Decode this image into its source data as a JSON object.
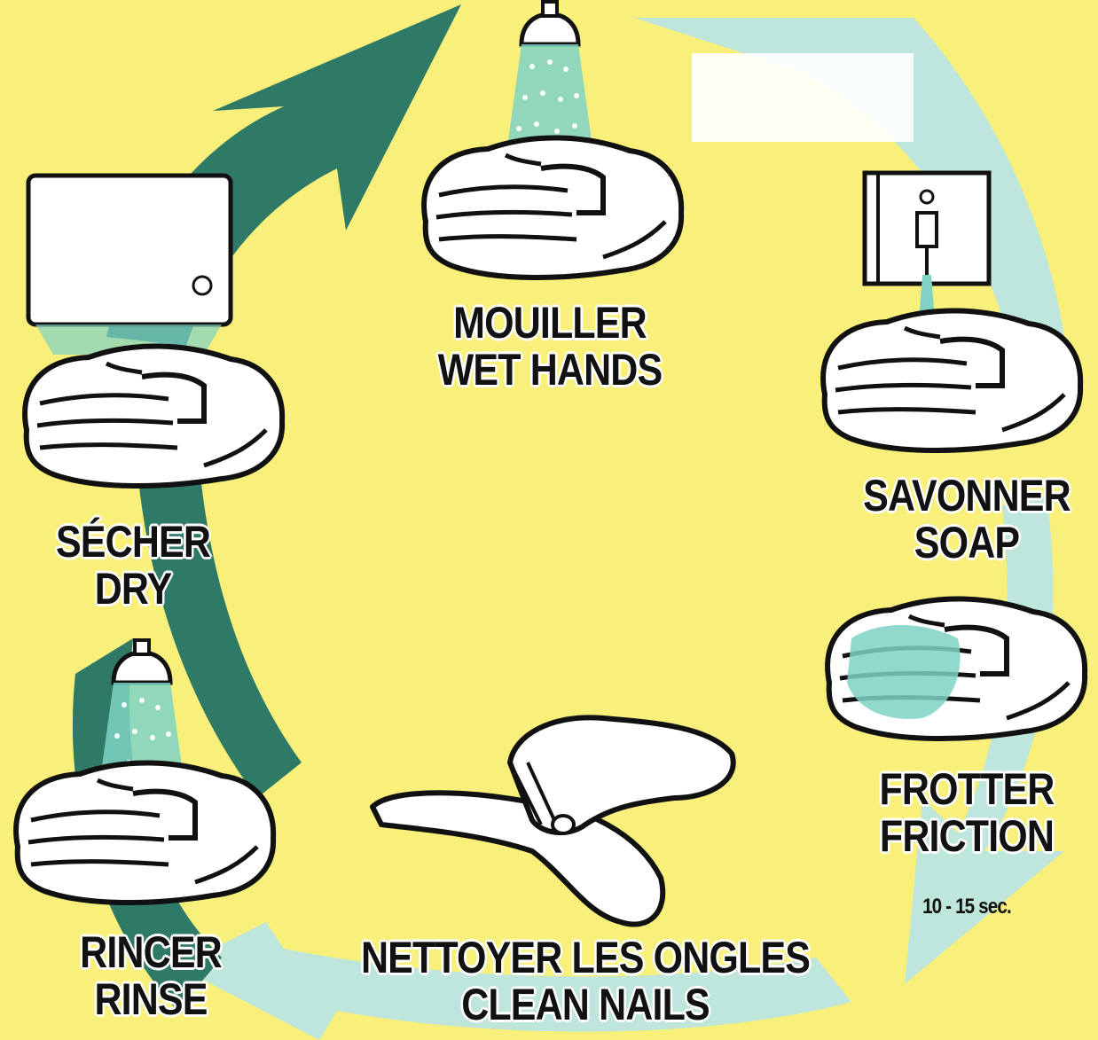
{
  "colors": {
    "background": "#f8f07a",
    "arrow_dark": "#2e7a66",
    "arrow_light": "#bfe6dc",
    "water": "#7fd2c4",
    "outline": "#111111"
  },
  "steps": [
    {
      "id": "wet",
      "label_fr": "MOUILLER",
      "label_en": "WET HANDS",
      "icon": "shower-hands-icon"
    },
    {
      "id": "soap",
      "label_fr": "SAVONNER",
      "label_en": "SOAP",
      "icon": "soap-dispenser-icon"
    },
    {
      "id": "friction",
      "label_fr": "FROTTER",
      "label_en": "FRICTION",
      "note": "10 - 15 sec.",
      "icon": "lathered-hands-icon"
    },
    {
      "id": "nails",
      "label_fr": "NETTOYER LES ONGLES",
      "label_en": "CLEAN NAILS",
      "icon": "nail-cleaning-icon"
    },
    {
      "id": "rinse",
      "label_fr": "RINCER",
      "label_en": "RINSE",
      "icon": "rinse-shower-icon"
    },
    {
      "id": "dry",
      "label_fr": "SÉCHER",
      "label_en": "DRY",
      "icon": "hand-dryer-icon"
    }
  ]
}
